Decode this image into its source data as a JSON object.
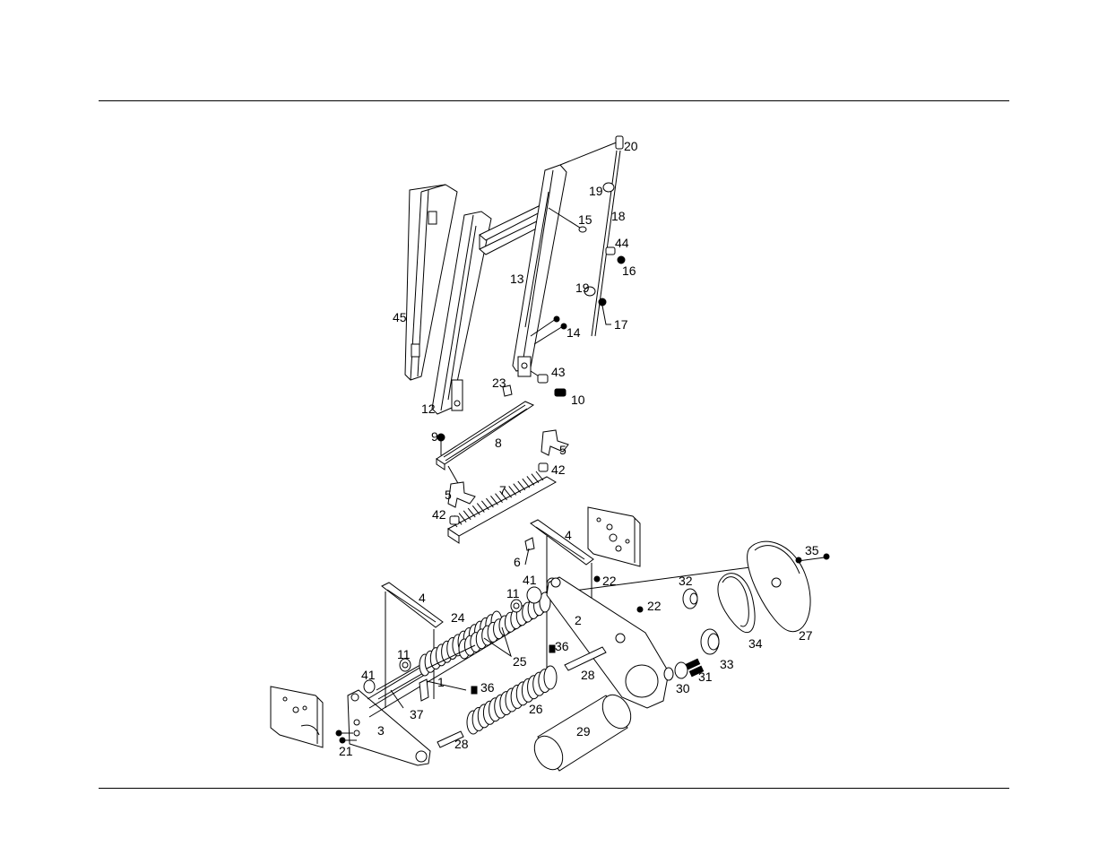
{
  "callouts": [
    {
      "id": "20",
      "text": "20"
    },
    {
      "id": "19a",
      "text": "19"
    },
    {
      "id": "18",
      "text": "18"
    },
    {
      "id": "15",
      "text": "15"
    },
    {
      "id": "44",
      "text": "44"
    },
    {
      "id": "16",
      "text": "16"
    },
    {
      "id": "13",
      "text": "13"
    },
    {
      "id": "19b",
      "text": "19"
    },
    {
      "id": "17",
      "text": "17"
    },
    {
      "id": "45",
      "text": "45"
    },
    {
      "id": "14",
      "text": "14"
    },
    {
      "id": "43",
      "text": "43"
    },
    {
      "id": "23",
      "text": "23"
    },
    {
      "id": "10",
      "text": "10"
    },
    {
      "id": "12",
      "text": "12"
    },
    {
      "id": "9",
      "text": "9"
    },
    {
      "id": "8",
      "text": "8"
    },
    {
      "id": "5a",
      "text": "5"
    },
    {
      "id": "42a",
      "text": "42"
    },
    {
      "id": "5b",
      "text": "5"
    },
    {
      "id": "7",
      "text": "7"
    },
    {
      "id": "42b",
      "text": "42"
    },
    {
      "id": "4a",
      "text": "4"
    },
    {
      "id": "6",
      "text": "6"
    },
    {
      "id": "41a",
      "text": "41"
    },
    {
      "id": "22a",
      "text": "22"
    },
    {
      "id": "11a",
      "text": "11"
    },
    {
      "id": "32",
      "text": "32"
    },
    {
      "id": "35",
      "text": "35"
    },
    {
      "id": "4b",
      "text": "4"
    },
    {
      "id": "2",
      "text": "2"
    },
    {
      "id": "22b",
      "text": "22"
    },
    {
      "id": "24",
      "text": "24"
    },
    {
      "id": "11b",
      "text": "11"
    },
    {
      "id": "36a",
      "text": "36"
    },
    {
      "id": "25",
      "text": "25"
    },
    {
      "id": "27",
      "text": "27"
    },
    {
      "id": "34",
      "text": "34"
    },
    {
      "id": "33",
      "text": "33"
    },
    {
      "id": "28a",
      "text": "28"
    },
    {
      "id": "41b",
      "text": "41"
    },
    {
      "id": "1",
      "text": "1"
    },
    {
      "id": "31",
      "text": "31"
    },
    {
      "id": "36b",
      "text": "36"
    },
    {
      "id": "30",
      "text": "30"
    },
    {
      "id": "37",
      "text": "37"
    },
    {
      "id": "26",
      "text": "26"
    },
    {
      "id": "3",
      "text": "3"
    },
    {
      "id": "29",
      "text": "29"
    },
    {
      "id": "28b",
      "text": "28"
    },
    {
      "id": "21",
      "text": "21"
    }
  ]
}
